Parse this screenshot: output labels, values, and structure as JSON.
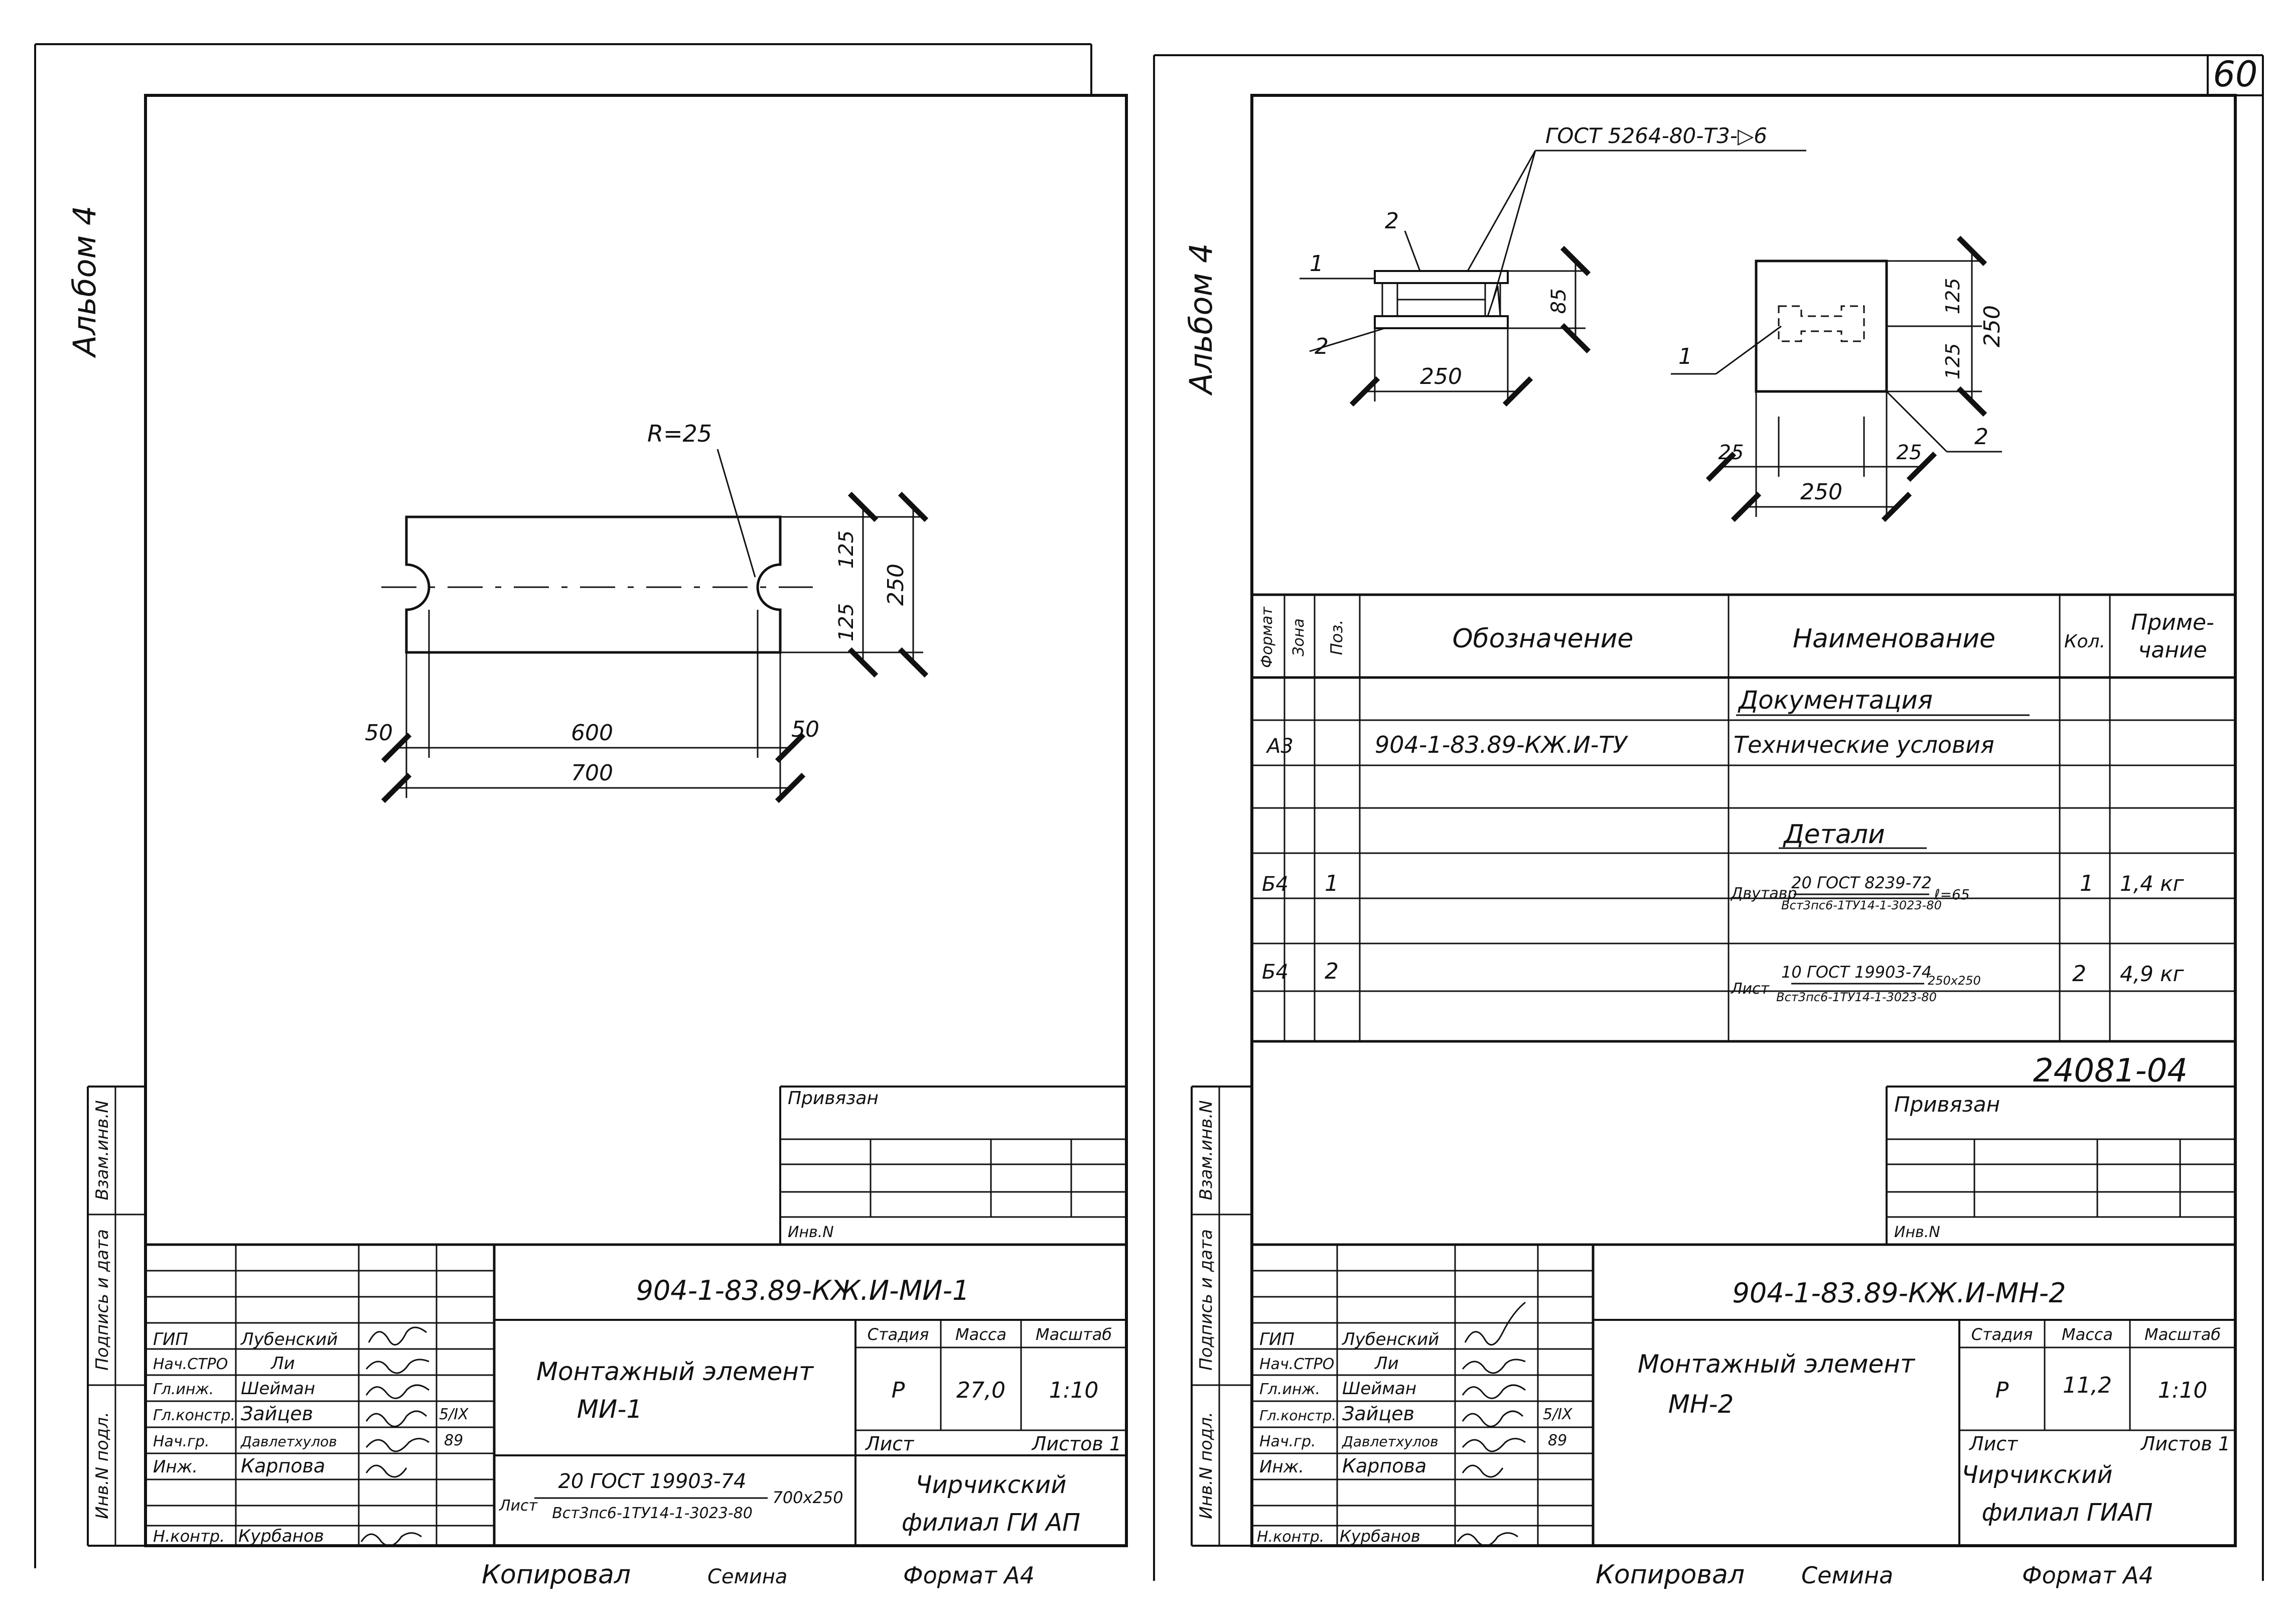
{
  "sheet_number": "60",
  "album_label": "Альбом 4",
  "left_sheet": {
    "drawing": {
      "radius_label": "R=25",
      "dim_width_total": "700",
      "dim_width_inner": "600",
      "dim_left_offset": "50",
      "dim_right_offset": "50",
      "dim_height_total": "250",
      "dim_half_upper": "125",
      "dim_half_lower": "125"
    },
    "stamp": {
      "privyazan": "Привязан",
      "inv_no": "Инв.N",
      "doc_code": "904-1-83.89-КЖ.И-МИ-1",
      "title_line1": "Монтажный элемент",
      "title_line2": "МИ-1",
      "material_prefix": "Лист",
      "material_top": "20 ГОСТ 19903-74",
      "material_bottom": "Вст3пс6-1ТУ14-1-3023-80",
      "material_size": "700х250",
      "col_stage": "Стадия",
      "col_mass": "Масса",
      "col_scale": "Масштаб",
      "stage": "Р",
      "mass": "27,0",
      "scale": "1:10",
      "sheet": "Лист",
      "sheets": "Листов 1",
      "org_line1": "Чирчикский",
      "org_line2": "филиал ГИ АП",
      "roles": [
        "ГИП",
        "Нач.СТРО",
        "Гл.инж.",
        "Гл.констр.",
        "Нач.гр.",
        "Инж."
      ],
      "names": [
        "Лубенский",
        "Ли",
        "Шейман",
        "Зайцев",
        "Давлетхулов",
        "Карпова"
      ],
      "date_main": "5/IX",
      "date_year": "89",
      "norm_role": "Н.контр.",
      "norm_name": "Курбанов",
      "side_labels": [
        "Взам.инв.N",
        "Подпись и дата",
        "Инв.N подл."
      ]
    },
    "footer": {
      "copied": "Копировал",
      "copier": "Семина",
      "format": "Формат А4"
    }
  },
  "right_sheet": {
    "drawing": {
      "gost_weld": "ГОСТ 5264-80-Т3-▷6",
      "pos_1": "1",
      "pos_2": "2",
      "dim_height_85": "85",
      "dim_width_250": "250",
      "dim_plan_250": "250",
      "dim_plan_h_250": "250",
      "dim_plan_125a": "125",
      "dim_plan_125b": "125",
      "dim_edge_25a": "25",
      "dim_edge_25b": "25"
    },
    "spec_table": {
      "headers": {
        "format": "Формат",
        "zone": "Зона",
        "pos": "Поз.",
        "designation": "Обозначение",
        "name": "Наименование",
        "qty": "Кол.",
        "note_line1": "Приме-",
        "note_line2": "чание"
      },
      "section_docs": "Документация",
      "doc_row": {
        "format": "А3",
        "designation": "904-1-83.89-КЖ.И-ТУ",
        "name": "Технические условия"
      },
      "section_parts": "Детали",
      "parts": [
        {
          "format": "Б4",
          "pos": "1",
          "prefix": "Двутавр",
          "top": "20 ГОСТ 8239-72",
          "bottom": "Вст3пс6-1ТУ14-1-3023-80",
          "suffix": "ℓ=65",
          "qty": "1",
          "note": "1,4 кг"
        },
        {
          "format": "Б4",
          "pos": "2",
          "prefix": "Лист",
          "top": "10 ГОСТ 19903-74",
          "bottom": "Вст3пс6-1ТУ14-1-3023-80",
          "suffix": "250х250",
          "qty": "2",
          "note": "4,9 кг"
        }
      ]
    },
    "project_number": "24081-04",
    "stamp": {
      "privyazan": "Привязан",
      "inv_no": "Инв.N",
      "doc_code": "904-1-83.89-КЖ.И-МН-2",
      "title_line1": "Монтажный элемент",
      "title_line2": "МН-2",
      "col_stage": "Стадия",
      "col_mass": "Масса",
      "col_scale": "Масштаб",
      "stage": "Р",
      "mass": "11,2",
      "scale": "1:10",
      "sheet": "Лист",
      "sheets": "Листов 1",
      "org_line1": "Чирчикский",
      "org_line2": "филиал ГИАП",
      "roles": [
        "ГИП",
        "Нач.СТРО",
        "Гл.инж.",
        "Гл.констр.",
        "Нач.гр.",
        "Инж."
      ],
      "names": [
        "Лубенский",
        "Ли",
        "Шейман",
        "Зайцев",
        "Давлетхулов",
        "Карпова"
      ],
      "date_main": "5/IX",
      "date_year": "89",
      "norm_role": "Н.контр.",
      "norm_name": "Курбанов",
      "side_labels": [
        "Взам.инв.N",
        "Подпись и дата",
        "Инв.N подл."
      ]
    },
    "footer": {
      "copied": "Копировал",
      "copier": "Семина",
      "format": "Формат А4"
    }
  }
}
